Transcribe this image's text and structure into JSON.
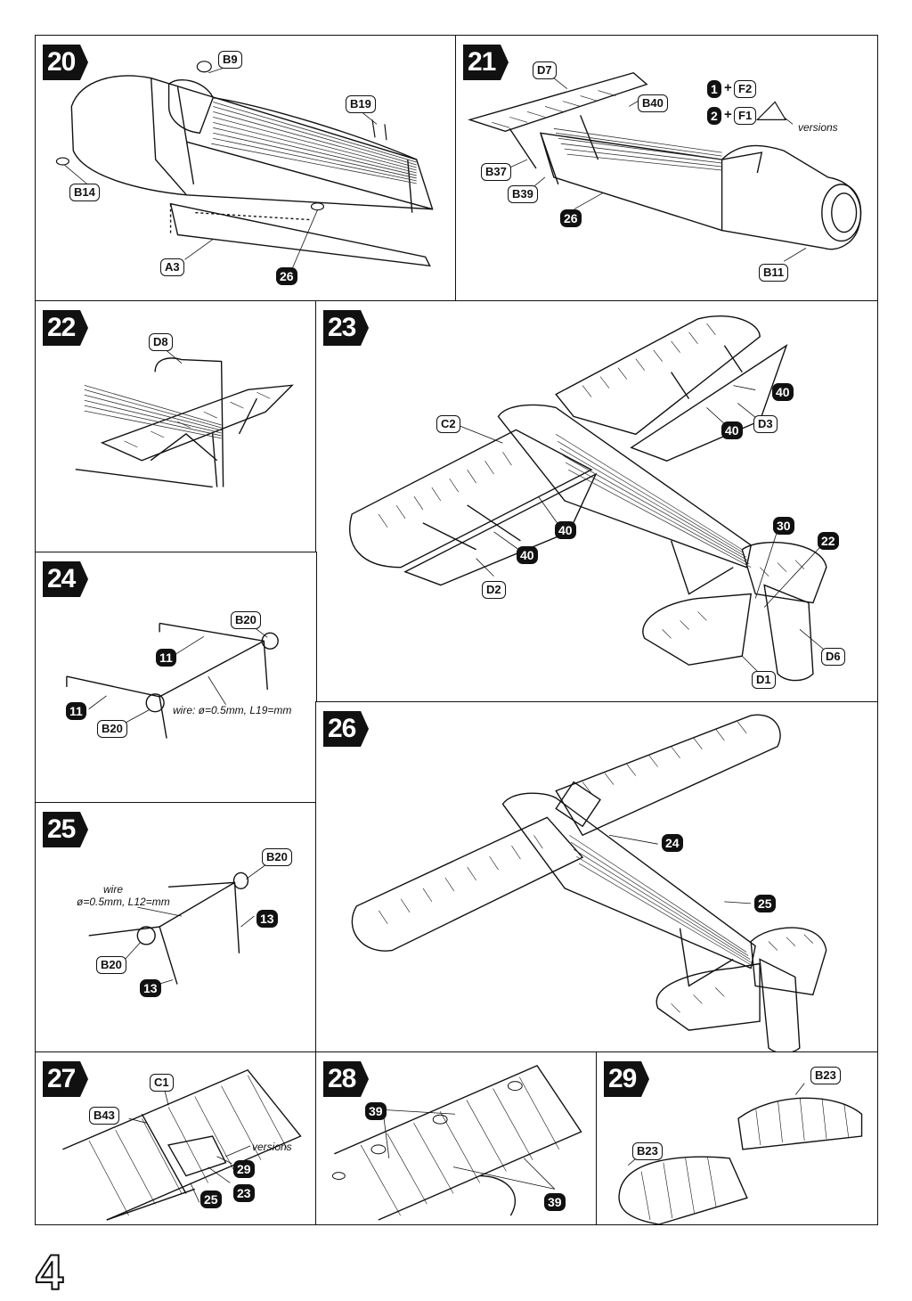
{
  "page_number": "4",
  "steps": {
    "s20": {
      "num": "20",
      "labels": {
        "b9": "B9",
        "b19": "B19",
        "b14": "B14",
        "a3": "A3",
        "n26": "26"
      }
    },
    "s21": {
      "num": "21",
      "labels": {
        "d7": "D7",
        "b40": "B40",
        "b37": "B37",
        "b39": "B39",
        "n26": "26",
        "b11": "B11",
        "v1": "1",
        "plus1": "+",
        "f2": "F2",
        "v2": "2",
        "plus2": "+",
        "f1": "F1",
        "versions": "versions"
      }
    },
    "s22": {
      "num": "22",
      "labels": {
        "d8": "D8"
      }
    },
    "s23": {
      "num": "23",
      "labels": {
        "c2": "C2",
        "n40a": "40",
        "d3": "D3",
        "n40b": "40",
        "n40c": "40",
        "n40d": "40",
        "d2": "D2",
        "n30": "30",
        "n22": "22",
        "d6": "D6",
        "d1": "D1"
      }
    },
    "s24": {
      "num": "24",
      "labels": {
        "b20a": "B20",
        "n11a": "11",
        "n11b": "11",
        "b20b": "B20",
        "wire": "wire: ø=0.5mm, L19=mm"
      }
    },
    "s25": {
      "num": "25",
      "labels": {
        "b20a": "B20",
        "wire1": "wire",
        "wire2": "ø=0.5mm, L12=mm",
        "n13a": "13",
        "b20b": "B20",
        "n13b": "13"
      }
    },
    "s26": {
      "num": "26",
      "labels": {
        "n24": "24",
        "n25": "25"
      }
    },
    "s27": {
      "num": "27",
      "labels": {
        "c1": "C1",
        "b43": "B43",
        "versions": "versions",
        "n29": "29",
        "n23": "23",
        "n25": "25"
      }
    },
    "s28": {
      "num": "28",
      "labels": {
        "n39a": "39",
        "n39b": "39"
      }
    },
    "s29": {
      "num": "29",
      "labels": {
        "b23a": "B23",
        "b23b": "B23"
      }
    }
  }
}
